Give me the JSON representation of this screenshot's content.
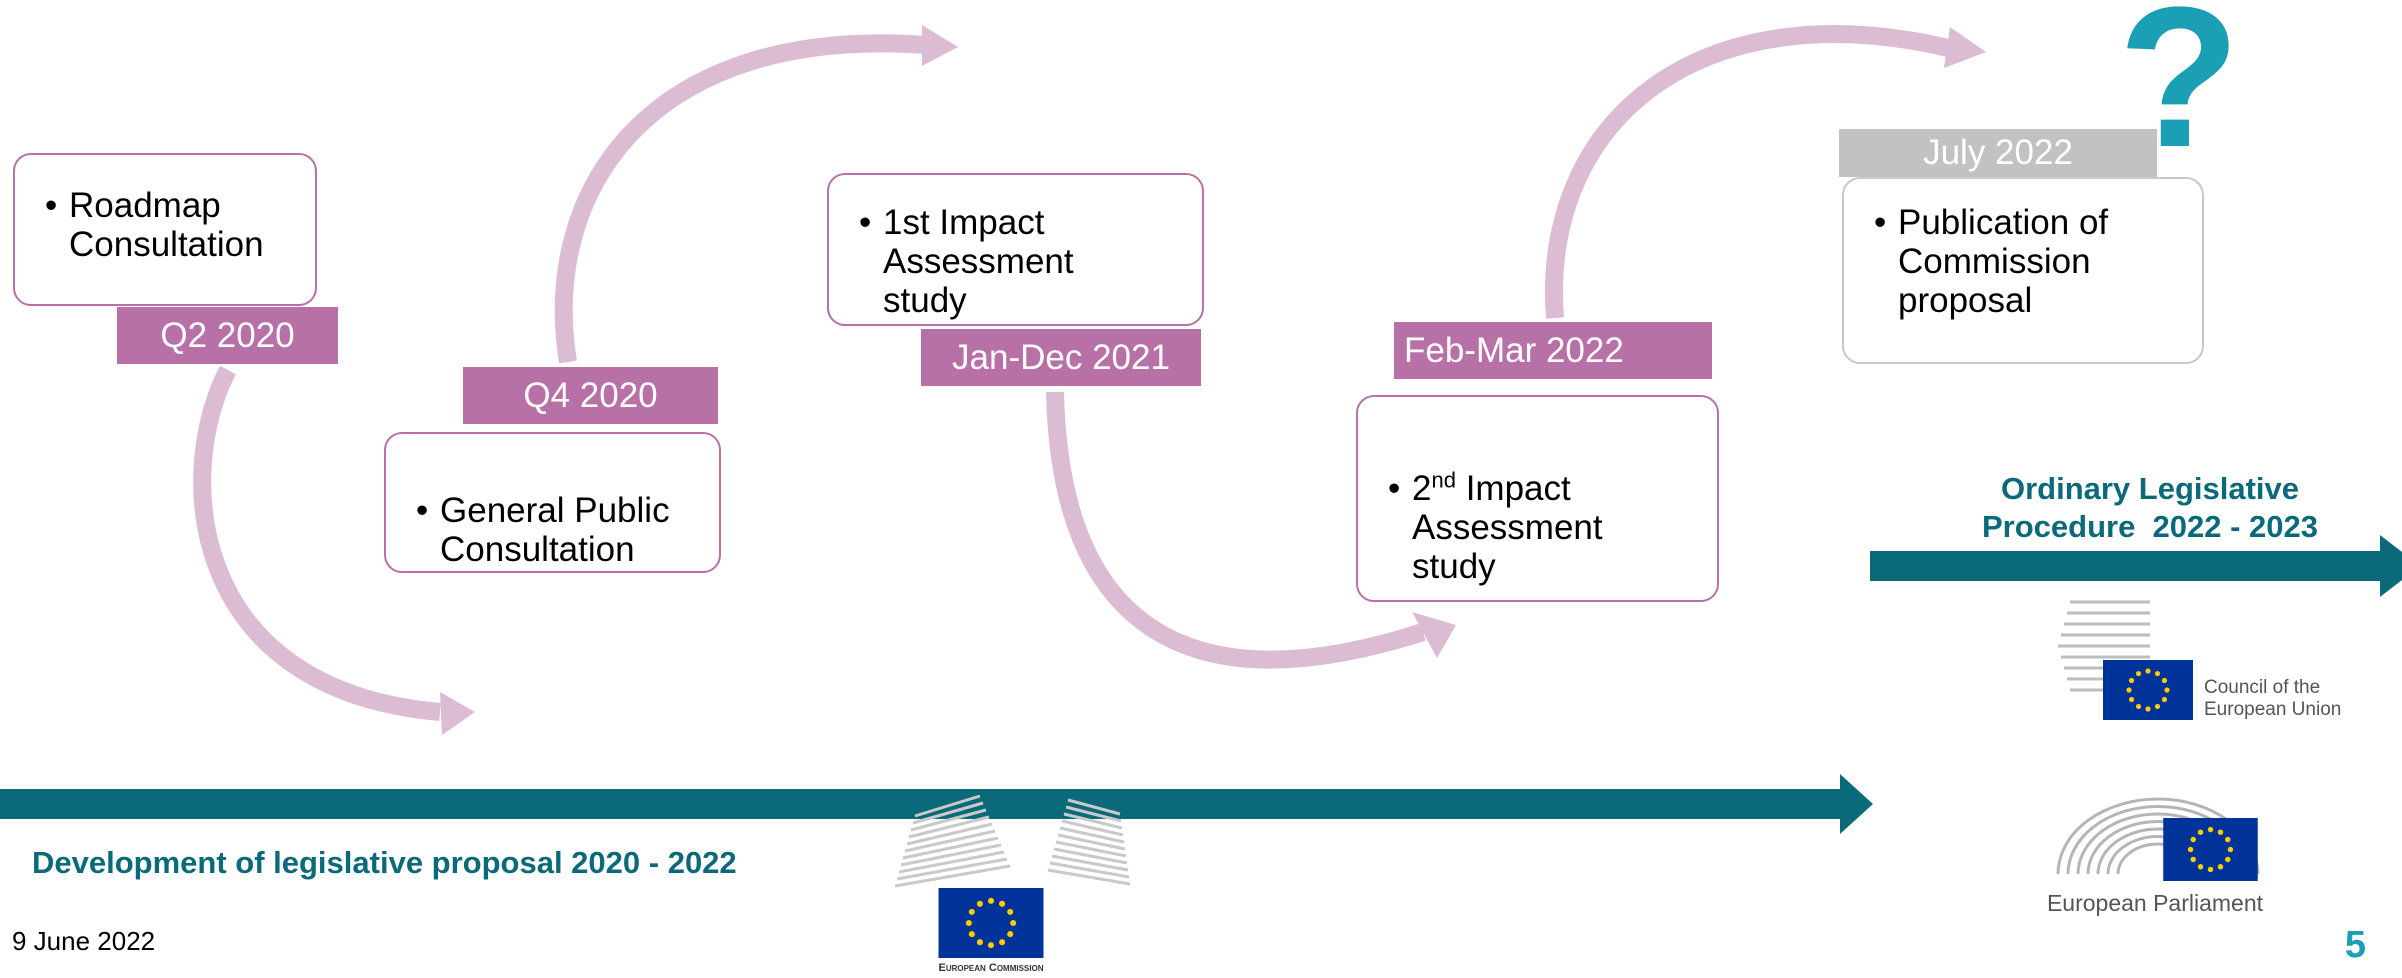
{
  "steps": [
    {
      "text": "Roadmap Consultation",
      "date": "Q2 2020"
    },
    {
      "text": "General Public Consultation",
      "date": "Q4 2020"
    },
    {
      "text": "1st Impact Assessment study",
      "date": "Jan-Dec 2021"
    },
    {
      "ordinal": "2",
      "ordinal_suffix": "nd",
      "text": "Impact Assessment study",
      "date": "Feb-Mar 2022"
    },
    {
      "text": "Publication of Commission proposal",
      "date": "July 2022",
      "mark": "?"
    }
  ],
  "bullet": "•",
  "stages": {
    "development": "Development of legislative proposal 2020 - 2022",
    "ordinary_line1": "Ordinary Legislative",
    "ordinary_line2": "Procedure  2022 - 2023"
  },
  "logos": {
    "commission": "European Commission",
    "council_line1": "Council of the",
    "council_line2": "European Union",
    "parliament": "European Parliament"
  },
  "footer": {
    "date": "9 June 2022",
    "page": "5"
  },
  "colors": {
    "accent": "#b871a6",
    "arrow_curve": "#dbbcd2",
    "stage_arrow": "#0b6a7a",
    "question": "#1a9fb5",
    "future": "#c2c2c2",
    "eu_blue": "#003399",
    "eu_star": "#ffcc00"
  },
  "icons": [
    "curved-arrow-icon",
    "question-mark-icon",
    "eu-flag-icon",
    "building-icon",
    "hemicycle-icon"
  ]
}
